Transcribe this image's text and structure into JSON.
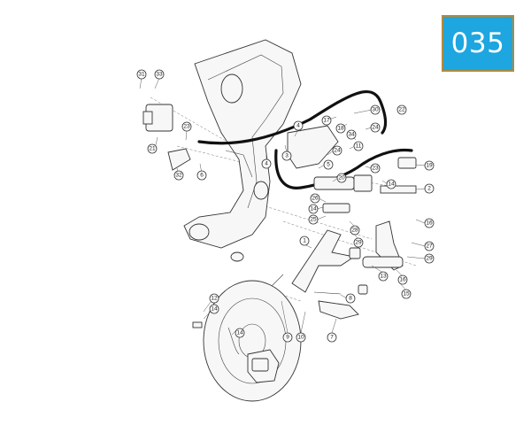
{
  "badge": {
    "label": "035"
  },
  "callouts": [
    {
      "n": "31"
    },
    {
      "n": "33"
    },
    {
      "n": "22"
    },
    {
      "n": "30"
    },
    {
      "n": "17"
    },
    {
      "n": "18"
    },
    {
      "n": "34"
    },
    {
      "n": "24"
    },
    {
      "n": "11"
    },
    {
      "n": "23"
    },
    {
      "n": "21"
    },
    {
      "n": "32"
    },
    {
      "n": "6"
    },
    {
      "n": "4"
    },
    {
      "n": "3"
    },
    {
      "n": "5"
    },
    {
      "n": "20"
    },
    {
      "n": "19"
    },
    {
      "n": "2"
    },
    {
      "n": "26"
    },
    {
      "n": "25"
    },
    {
      "n": "28"
    },
    {
      "n": "29"
    },
    {
      "n": "27"
    },
    {
      "n": "16"
    },
    {
      "n": "1"
    },
    {
      "n": "13"
    },
    {
      "n": "15"
    },
    {
      "n": "12"
    },
    {
      "n": "14"
    },
    {
      "n": "10"
    },
    {
      "n": "9"
    },
    {
      "n": "8"
    },
    {
      "n": "7"
    }
  ]
}
